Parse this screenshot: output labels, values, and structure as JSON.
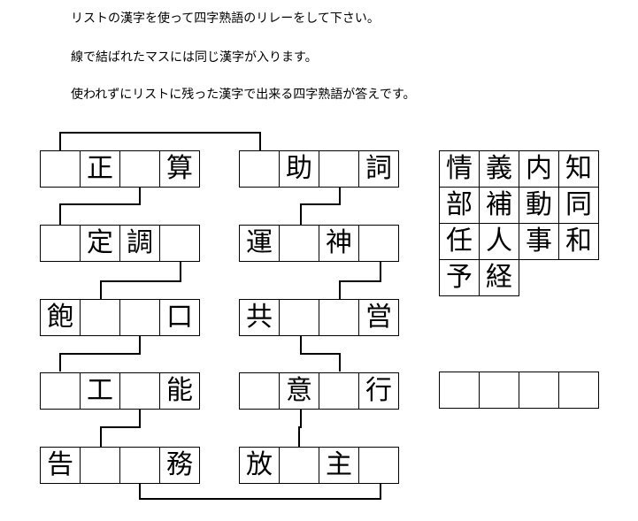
{
  "instructions": [
    "リストの漢字を使って四字熟語のリレーをして下さい。",
    "線で結ばれたマスには同じ漢字が入ります。",
    "使われずにリストに残った漢字で出来る四字熟語が答えです。"
  ],
  "left_column": [
    [
      "",
      "正",
      "",
      "算"
    ],
    [
      "",
      "定",
      "調",
      ""
    ],
    [
      "飽",
      "",
      "",
      "口"
    ],
    [
      "",
      "工",
      "",
      "能"
    ],
    [
      "告",
      "",
      "",
      "務"
    ]
  ],
  "right_column": [
    [
      "",
      "助",
      "",
      "詞"
    ],
    [
      "運",
      "",
      "神",
      ""
    ],
    [
      "共",
      "",
      "",
      "営"
    ],
    [
      "",
      "意",
      "",
      "行"
    ],
    [
      "放",
      "",
      "主",
      ""
    ]
  ],
  "kanji_list": [
    [
      "情",
      "義",
      "内",
      "知"
    ],
    [
      "部",
      "補",
      "動",
      "同"
    ],
    [
      "任",
      "人",
      "事",
      "和"
    ],
    [
      "予",
      "経"
    ]
  ],
  "answer_cells": [
    "",
    "",
    "",
    ""
  ],
  "colors": {
    "line": "#000000",
    "border": "#000000",
    "background": "#ffffff"
  }
}
